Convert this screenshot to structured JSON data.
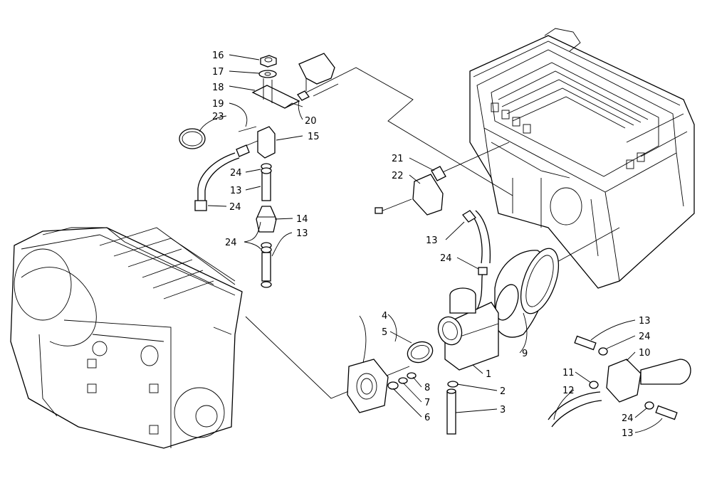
{
  "diagram": {
    "callouts": [
      {
        "id": "c1",
        "label": "1"
      },
      {
        "id": "c2",
        "label": "2"
      },
      {
        "id": "c3",
        "label": "3"
      },
      {
        "id": "c4",
        "label": "4"
      },
      {
        "id": "c5",
        "label": "5"
      },
      {
        "id": "c6",
        "label": "6"
      },
      {
        "id": "c7",
        "label": "7"
      },
      {
        "id": "c8",
        "label": "8"
      },
      {
        "id": "c9",
        "label": "9"
      },
      {
        "id": "c10",
        "label": "10"
      },
      {
        "id": "c11",
        "label": "11"
      },
      {
        "id": "c12",
        "label": "12"
      },
      {
        "id": "c13a",
        "label": "13"
      },
      {
        "id": "c13b",
        "label": "13"
      },
      {
        "id": "c13c",
        "label": "13"
      },
      {
        "id": "c13d",
        "label": "13"
      },
      {
        "id": "c13e",
        "label": "13"
      },
      {
        "id": "c14",
        "label": "14"
      },
      {
        "id": "c15",
        "label": "15"
      },
      {
        "id": "c16",
        "label": "16"
      },
      {
        "id": "c17",
        "label": "17"
      },
      {
        "id": "c18",
        "label": "18"
      },
      {
        "id": "c19",
        "label": "19"
      },
      {
        "id": "c20",
        "label": "20"
      },
      {
        "id": "c21",
        "label": "21"
      },
      {
        "id": "c22",
        "label": "22"
      },
      {
        "id": "c23",
        "label": "23"
      },
      {
        "id": "c24a",
        "label": "24"
      },
      {
        "id": "c24b",
        "label": "24"
      },
      {
        "id": "c24c",
        "label": "24"
      },
      {
        "id": "c24d",
        "label": "24"
      },
      {
        "id": "c24e",
        "label": "24"
      },
      {
        "id": "c24f",
        "label": "24"
      }
    ]
  }
}
